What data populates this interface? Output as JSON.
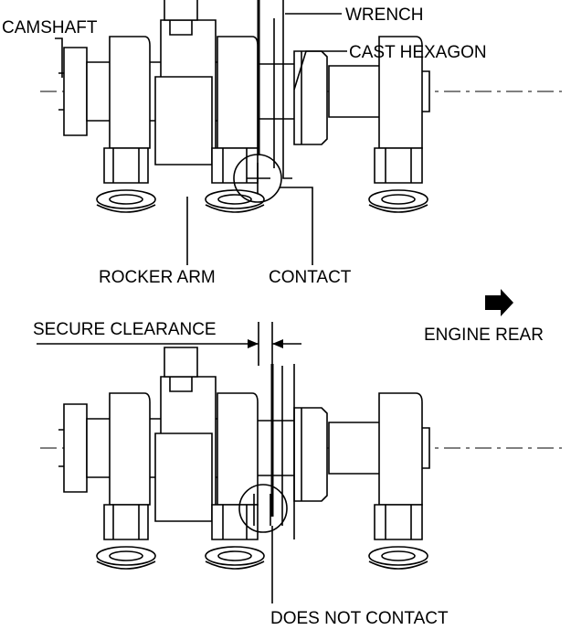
{
  "labels": {
    "camshaft": "CAMSHAFT",
    "wrench": "WRENCH",
    "cast_hexagon": "CAST HEXAGON",
    "rocker_arm": "ROCKER ARM",
    "contact": "CONTACT",
    "secure_clearance": "SECURE CLEARANCE",
    "engine_rear": "ENGINE REAR",
    "does_not_contact": "DOES NOT CONTACT"
  },
  "icons": {
    "direction": "arrow-right-icon"
  },
  "colors": {
    "ink": "#000000",
    "paper": "#ffffff"
  }
}
